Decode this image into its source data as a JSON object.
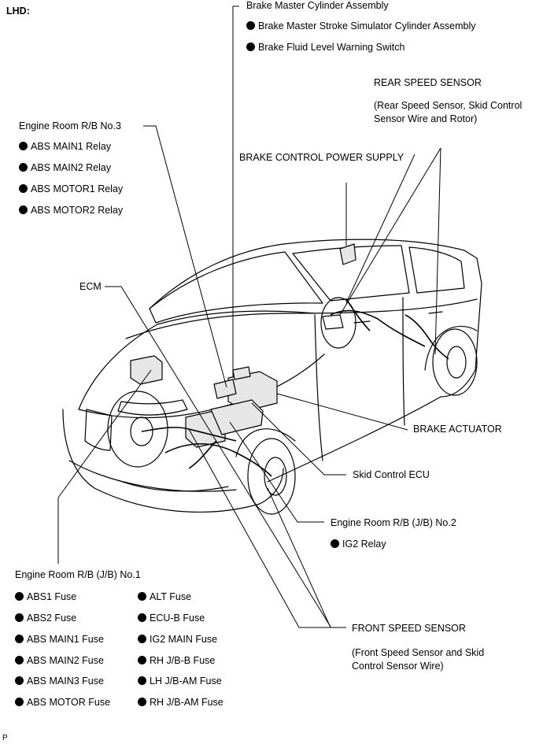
{
  "header": {
    "region": "LHD:"
  },
  "footer": {
    "mark": "P"
  },
  "components": {
    "brake_master": {
      "title": "Brake Master Cylinder Assembly",
      "items": [
        "Brake Master Stroke Simulator Cylinder Assembly",
        "Brake Fluid Level Warning Switch"
      ]
    },
    "rear_speed_sensor": {
      "title": "REAR SPEED SENSOR",
      "desc_line1": "(Rear Speed Sensor, Skid Control",
      "desc_line2": "Sensor Wire and Rotor)"
    },
    "engine_room_rb3": {
      "title": "Engine Room R/B No.3",
      "items": [
        "ABS MAIN1 Relay",
        "ABS MAIN2 Relay",
        "ABS MOTOR1 Relay",
        "ABS MOTOR2 Relay"
      ]
    },
    "brake_control_power_supply": {
      "title": "BRAKE CONTROL POWER SUPPLY"
    },
    "ecm": {
      "title": "ECM"
    },
    "brake_actuator": {
      "title": "BRAKE ACTUATOR"
    },
    "skid_control_ecu": {
      "title": "Skid Control ECU"
    },
    "engine_room_jb2": {
      "title": "Engine Room R/B (J/B) No.2",
      "items": [
        "IG2 Relay"
      ]
    },
    "engine_room_jb1": {
      "title": "Engine Room R/B (J/B) No.1",
      "items_left": [
        "ABS1 Fuse",
        "ABS2 Fuse",
        "ABS MAIN1 Fuse",
        "ABS MAIN2 Fuse",
        "ABS MAIN3 Fuse",
        "ABS MOTOR Fuse"
      ],
      "items_right": [
        "ALT Fuse",
        "ECU-B Fuse",
        "IG2 MAIN Fuse",
        "RH J/B-B Fuse",
        "LH J/B-AM Fuse",
        "RH J/B-AM Fuse"
      ]
    },
    "front_speed_sensor": {
      "title": "FRONT SPEED SENSOR",
      "desc_line1": "(Front Speed Sensor and Skid",
      "desc_line2": "Control Sensor Wire)"
    }
  }
}
